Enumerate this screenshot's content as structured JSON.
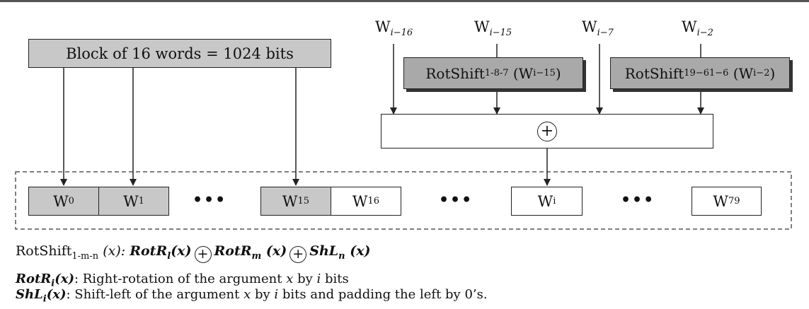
{
  "block_box": "Block of 16 words = 1024 bits",
  "inputs": [
    {
      "base": "W",
      "sub": "i−16"
    },
    {
      "base": "W",
      "sub": "i−15"
    },
    {
      "base": "W",
      "sub": "i−7"
    },
    {
      "base": "W",
      "sub": "i−2"
    }
  ],
  "rotshift_boxes": [
    {
      "name": "RotShift",
      "sub": "1-8-7",
      "arg_base": "(W",
      "arg_sub": "i−15",
      "arg_close": ")"
    },
    {
      "name": "RotShift",
      "sub": "19−61−6",
      "arg_base": "(W",
      "arg_sub": "i−2",
      "arg_close": ")"
    }
  ],
  "adder_symbol": "+",
  "words": [
    {
      "base": "W",
      "sub": "0"
    },
    {
      "base": "W",
      "sub": "1"
    },
    {
      "base": "W",
      "sub": "15"
    },
    {
      "base": "W",
      "sub": "16"
    },
    {
      "base": "W",
      "sub": "i"
    },
    {
      "base": "W",
      "sub": "79"
    }
  ],
  "ellipsis": "•••",
  "legend": {
    "line1": {
      "lhs": "RotShift",
      "lhs_sub": "1-m-n",
      "lhs_arg": "(x):",
      "t1": "RotR",
      "t1_sub": "l",
      "t1_arg": "(x)",
      "op": "+",
      "t2": "RotR",
      "t2_sub": "m",
      "t2_arg": "(x)",
      "t3": "ShL",
      "t3_sub": "n",
      "t3_arg": "(x)"
    },
    "line2": {
      "term": "RotR",
      "sub": "i",
      "arg": "(x)",
      "text1": ": Right-rotation of the argument ",
      "var": "x",
      "text2": " by ",
      "var2": "i",
      "text3": " bits"
    },
    "line3": {
      "term": "ShL",
      "sub": "i",
      "arg": "(x)",
      "text1": ": Shift-left of the argument ",
      "var": "x",
      "text2": " by ",
      "var2": "i",
      "text3": " bits and padding the left by 0’s."
    }
  }
}
